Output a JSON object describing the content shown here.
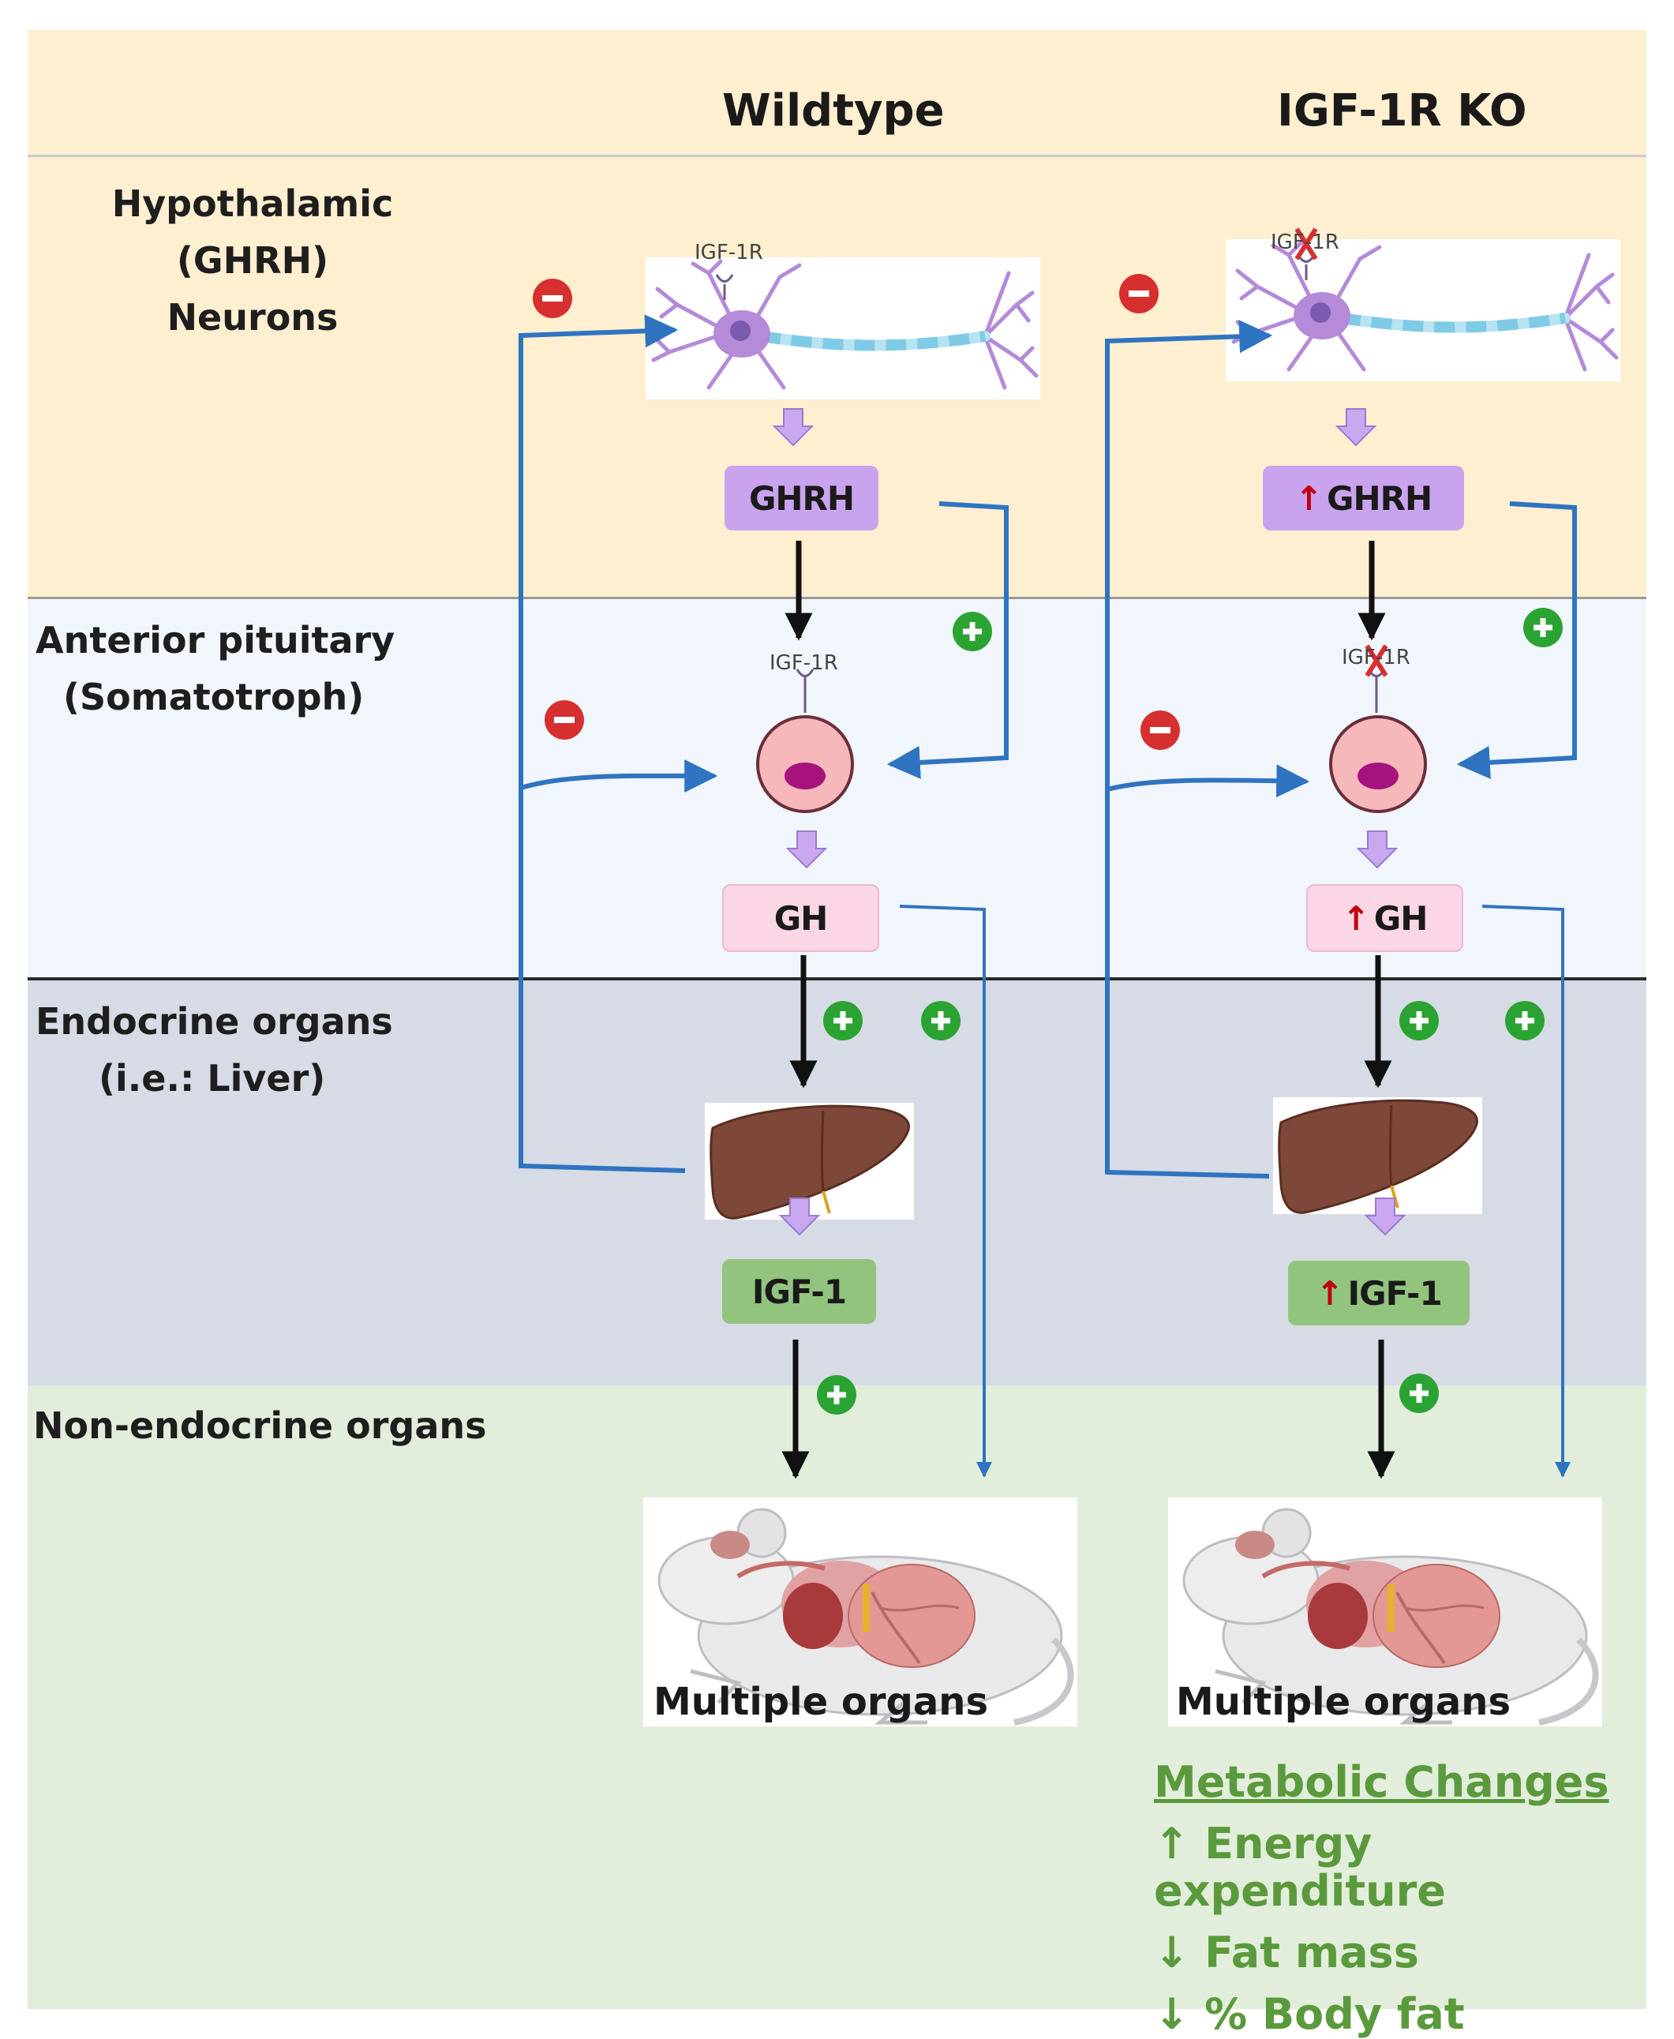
{
  "columns": {
    "wildtype": "Wildtype",
    "knockout": "IGF-1R KO"
  },
  "rows": {
    "hypothalamic": {
      "line1": "Hypothalamic (GHRH)",
      "line2": "Neurons"
    },
    "pituitary": {
      "line1": "Anterior pituitary",
      "line2": "(Somatotroph)"
    },
    "endocrine": {
      "line1": "Endocrine organs",
      "line2": "(i.e.: Liver)"
    },
    "nonendocrine": {
      "line1": "Non-endocrine organs"
    }
  },
  "wildtype": {
    "receptor_neuron": "IGF-1R",
    "receptor_pituitary": "IGF-1R",
    "ghrh": "GHRH",
    "gh": "GH",
    "igf1": "IGF-1",
    "organs": "Multiple organs"
  },
  "knockout": {
    "receptor_neuron": "IGF-1R",
    "receptor_pituitary": "IGF-1R",
    "increase_symbol": "↑",
    "ghrh": "GHRH",
    "gh": "GH",
    "igf1": "IGF-1",
    "organs": "Multiple organs"
  },
  "signs": {
    "plus": "+",
    "minus": "−"
  },
  "metabolic": {
    "title": "Metabolic Changes",
    "items": [
      {
        "arrow": "↑",
        "text": "Energy expenditure"
      },
      {
        "arrow": "↓",
        "text": "Fat mass"
      },
      {
        "arrow": "↓",
        "text": "% Body fat"
      }
    ]
  },
  "colors": {
    "band_hypothalamic": "#fdefd0",
    "band_pituitary": "#f1f6fc",
    "band_endocrine": "#d6dbe5",
    "band_nonendocrine": "#e2eedb",
    "feedback_blue": "#2f74c0",
    "ghrh_box": "#c9a3ee",
    "gh_box": "#fad6e6",
    "igf1_box": "#93c47d",
    "plus_green": "#2aa332",
    "minus_red": "#d62f2f",
    "metabolic_green": "#5b9a3c"
  }
}
